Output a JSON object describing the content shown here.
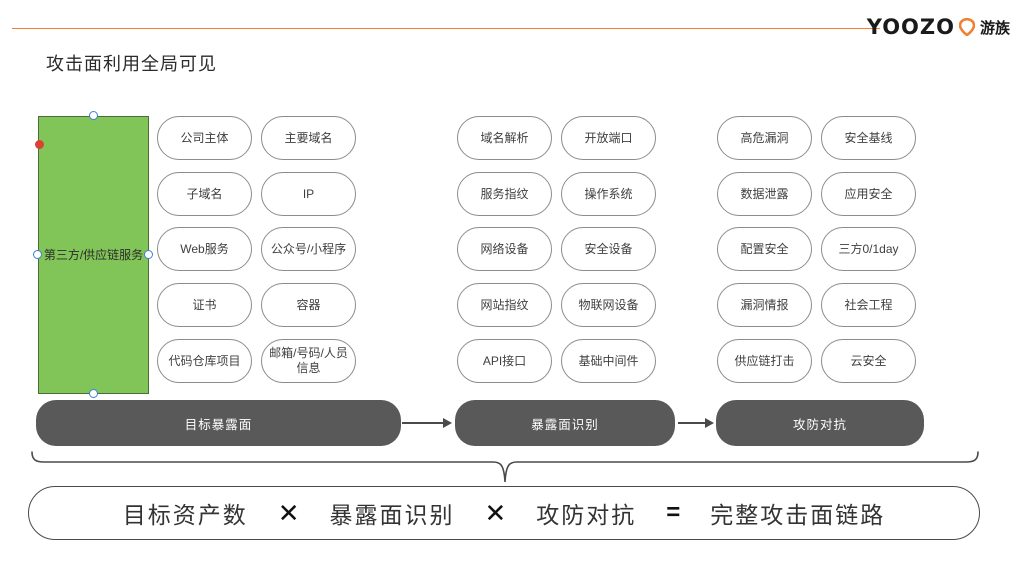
{
  "header": {
    "logo_word": "YOOZO",
    "logo_pin": "yoozoo-pin-icon",
    "logo_cn": "游族",
    "rule_color": "#f08032"
  },
  "page_title": "攻击面利用全局可见",
  "green_block": {
    "label": "第三方/供应链服务",
    "fill": "#81c457",
    "stroke": "#4e6b3b"
  },
  "groups": [
    {
      "name": "asset-surface-group",
      "pills": [
        "公司主体",
        "主要域名",
        "子域名",
        "IP",
        "Web服务",
        "公众号/小程序",
        "证书",
        "容器",
        "代码仓库项目",
        "邮箱/号码/人员信息"
      ]
    },
    {
      "name": "exposure-identify-group",
      "pills": [
        "域名解析",
        "开放端口",
        "服务指纹",
        "操作系统",
        "网络设备",
        "安全设备",
        "网站指纹",
        "物联网设备",
        "API接口",
        "基础中间件"
      ]
    },
    {
      "name": "attack-defense-group",
      "pills": [
        "高危漏洞",
        "安全基线",
        "数据泄露",
        "应用安全",
        "配置安全",
        "三方0/1day",
        "漏洞情报",
        "社会工程",
        "供应链打击",
        "云安全"
      ]
    }
  ],
  "stages": [
    {
      "label": "目标暴露面"
    },
    {
      "label": "暴露面识别"
    },
    {
      "label": "攻防对抗"
    }
  ],
  "formula": {
    "terms": [
      "目标资产数",
      "暴露面识别",
      "攻防对抗",
      "完整攻击面链路"
    ],
    "ops": [
      "✕",
      "✕",
      "="
    ]
  }
}
